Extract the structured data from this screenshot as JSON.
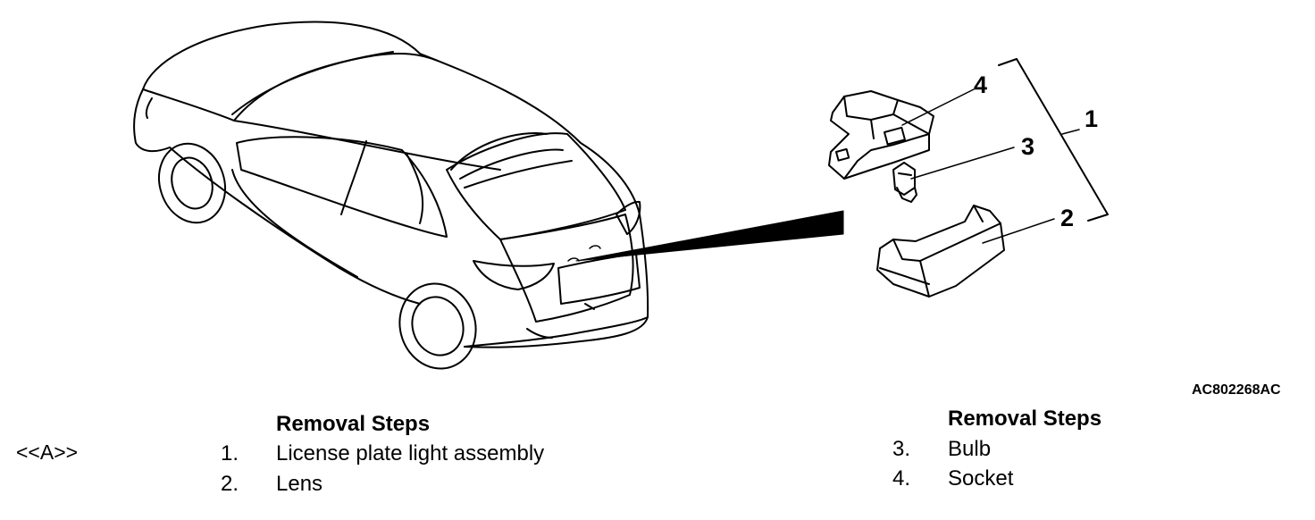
{
  "figure": {
    "code": "AC802268AC",
    "callouts": [
      "1",
      "2",
      "3",
      "4"
    ]
  },
  "left_steps": {
    "ref_mark": "<<A>>",
    "title": "Removal Steps",
    "items": [
      {
        "num": "1.",
        "text": "License plate light assembly"
      },
      {
        "num": "2.",
        "text": "Lens"
      }
    ]
  },
  "right_steps": {
    "title": "Removal Steps",
    "items": [
      {
        "num": "3.",
        "text": "Bulb"
      },
      {
        "num": "4.",
        "text": "Socket"
      }
    ]
  },
  "colors": {
    "ink": "#000000",
    "paper": "#ffffff"
  }
}
